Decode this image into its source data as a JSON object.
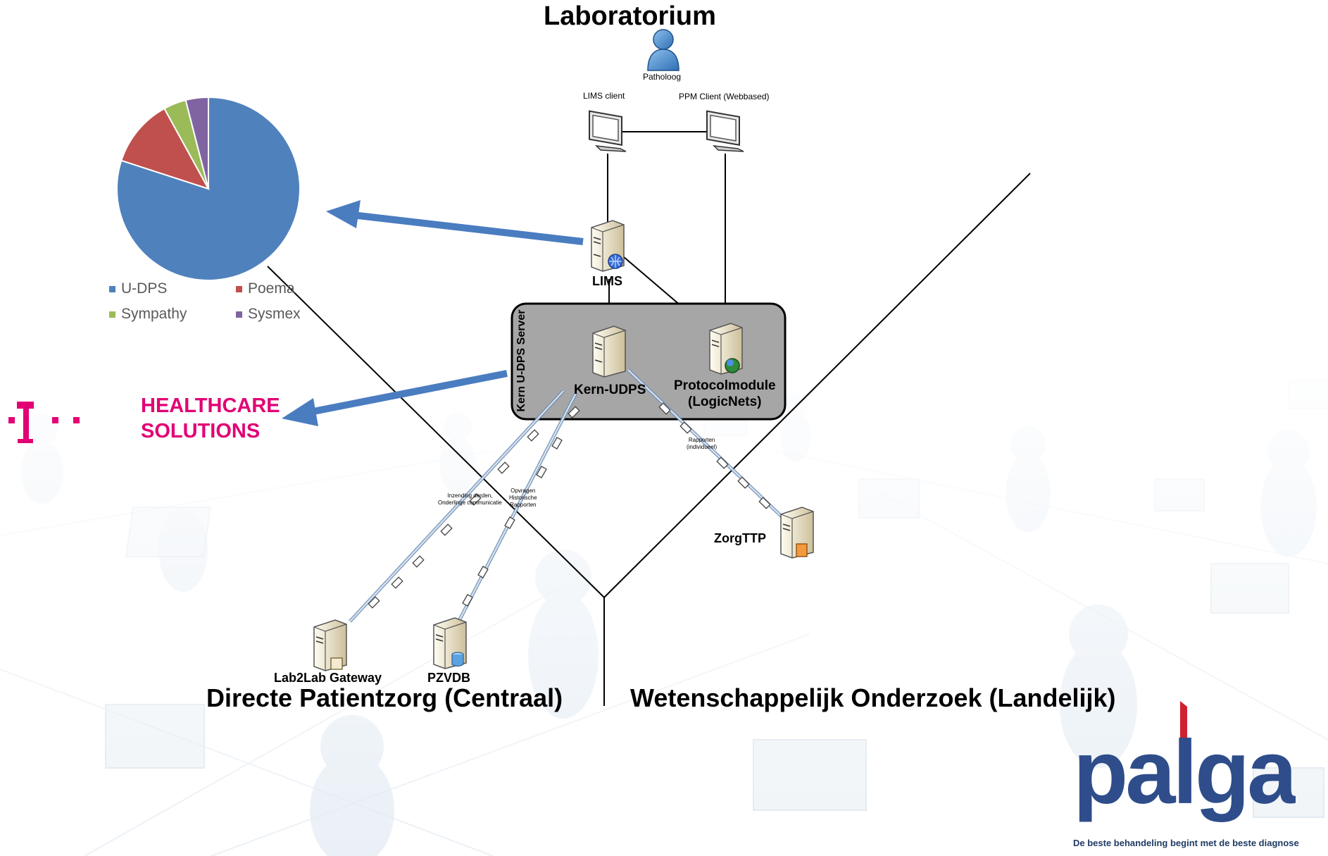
{
  "header": {
    "title": "Laboratorium"
  },
  "nodes": {
    "patholoog": "Patholoog",
    "lims_client": "LIMS client",
    "ppm_client": "PPM Client (Webbased)",
    "lims": "LIMS",
    "kern_group": "Kern U-DPS Server",
    "kern_udps": "Kern-UDPS",
    "protocolmodule_1": "Protocolmodule",
    "protocolmodule_2": "(LogicNets)",
    "zorgttp": "ZorgTTP",
    "lab2lab": "Lab2Lab Gateway",
    "pzvdb": "PZVDB"
  },
  "link_labels": {
    "inzending_1": "Inzending derden,",
    "inzending_2": "Onderlinge communicatie",
    "opvragen_1": "Opvragen",
    "opvragen_2": "Historische",
    "opvragen_3": "Rapporten",
    "rapporten_1": "Rapporten",
    "rapporten_2": "(individueel)"
  },
  "sections": {
    "left": "Directe Patientzorg (Centraal)",
    "right": "Wetenschappelijk Onderzoek (Landelijk)"
  },
  "chart_data": {
    "type": "pie",
    "categories": [
      "U-DPS",
      "Poema",
      "Sympathy",
      "Sysmex"
    ],
    "values": [
      80,
      12,
      4,
      4
    ],
    "colors": [
      "#4f81bd",
      "#c0504d",
      "#9bbb59",
      "#8064a2"
    ],
    "legend_position": "bottom"
  },
  "legend": {
    "udps": "U-DPS",
    "poema": "Poema",
    "sympathy": "Sympathy",
    "sysmex": "Sysmex"
  },
  "logos": {
    "telekom_hc_1": "HEALTHCARE",
    "telekom_hc_2": "SOLUTIONS",
    "palga": "palga",
    "palga_tagline": "De beste behandeling begint met de beste diagnose"
  },
  "colors": {
    "arrow": "#4a7cc0",
    "magenta": "#e20074",
    "palga_blue": "#2e4d8a",
    "palga_red": "#d0202f"
  }
}
